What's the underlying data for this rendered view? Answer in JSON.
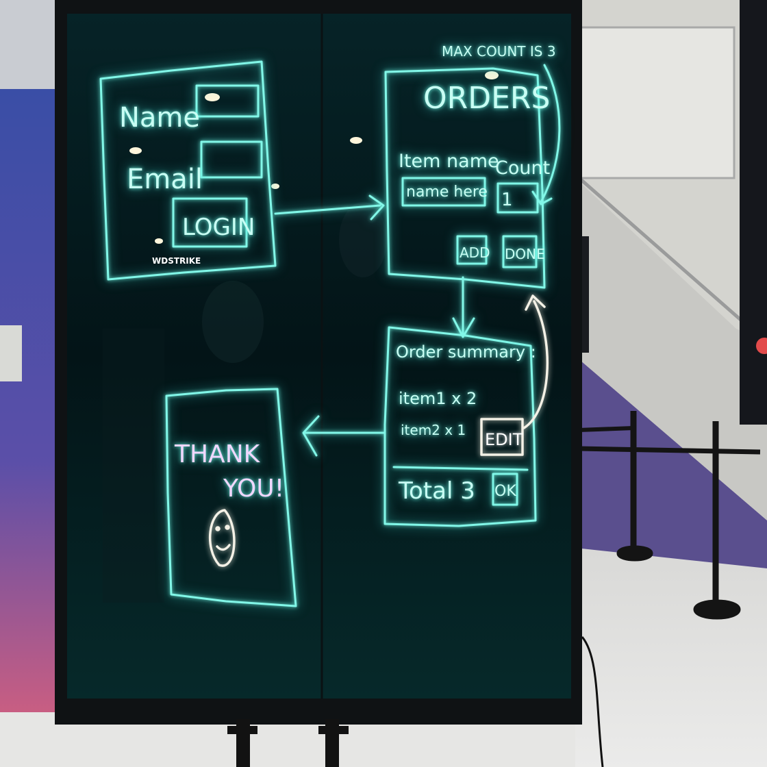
{
  "colors": {
    "wall_left_top": "#3d4fa0",
    "wall_left_bottom": "#d65a74",
    "board_frame": "#111416",
    "glass": "#04181c",
    "ink_cyan": "#7ff5e6",
    "ink_white": "#f2efe6",
    "floor": "#e4e4e2",
    "stair_wall": "#dcdcd4"
  },
  "sketch": {
    "login": {
      "name_label": "Name",
      "email_label": "Email",
      "login_button": "LOGIN",
      "logo_fragment": "WDSTRIKE"
    },
    "orders": {
      "title": "ORDERS",
      "annotation": "MAX COUNT IS 3",
      "item_name_label": "Item name",
      "count_label": "Count",
      "name_input": "name here",
      "count_input": "1",
      "add_button": "ADD",
      "done_button": "DONE"
    },
    "summary": {
      "title": "Order summary :",
      "item1": "item1 x 2",
      "item2": "item2 x 1",
      "edit_button": "EDIT",
      "total": "Total 3",
      "ok_button": "OK"
    },
    "thanks": {
      "line1": "THANK",
      "line2": "YOU!"
    }
  }
}
